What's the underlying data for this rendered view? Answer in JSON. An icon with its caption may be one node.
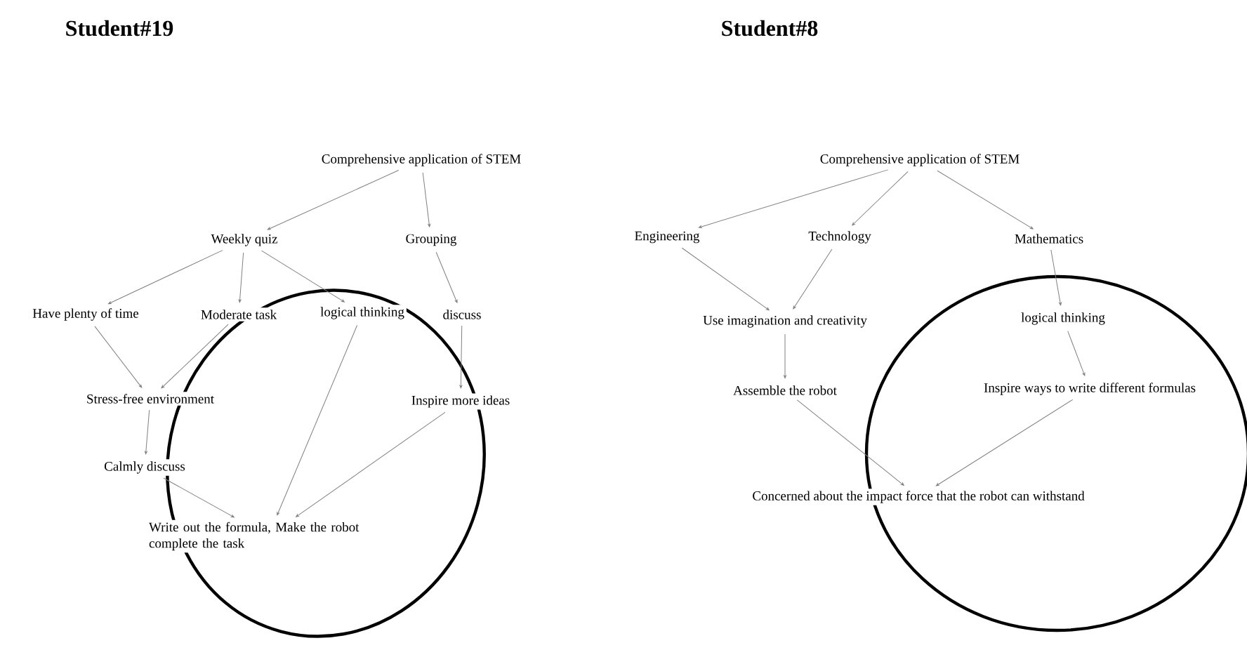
{
  "diagram": {
    "nodes": [
      {
        "text": [
          "Comprehensive application of STEM"
        ]
      },
      {
        "text": [
          "Weekly quiz"
        ]
      },
      {
        "text": [
          "Grouping"
        ]
      },
      {
        "text": [
          "Have plenty of time"
        ]
      },
      {
        "text": [
          "Moderate task"
        ]
      },
      {
        "text": [
          "logical thinking"
        ]
      },
      {
        "text": [
          "discuss"
        ]
      },
      {
        "text": [
          "Stress-free environment"
        ]
      },
      {
        "text": [
          "Inspire more ideas"
        ]
      },
      {
        "text": [
          "Calmly discuss"
        ]
      },
      {
        "text": [
          "Write out the formula, Make the robot complete the task"
        ]
      },
      {
        "text": [
          "Comprehensive application of STEM"
        ]
      },
      {
        "text": [
          "Engineering"
        ]
      },
      {
        "text": [
          "Technology"
        ]
      },
      {
        "text": [
          "Mathematics"
        ]
      },
      {
        "text": [
          "Use imagination and creativity"
        ]
      },
      {
        "text": [
          "logical thinking"
        ]
      },
      {
        "text": [
          "Assemble the robot"
        ]
      },
      {
        "text": [
          "Inspire ways to write different formulas"
        ]
      },
      {
        "text": [
          "Concerned about the impact force that the robot can withstand"
        ]
      }
    ],
    "edges": [
      {
        "from": 0,
        "to": 1,
        "arrow": "to"
      },
      {
        "from": 0,
        "to": 2,
        "arrow": "to"
      },
      {
        "from": 1,
        "to": 3,
        "arrow": "to"
      },
      {
        "from": 1,
        "to": 4,
        "arrow": "to"
      },
      {
        "from": 1,
        "to": 5,
        "arrow": "to"
      },
      {
        "from": 2,
        "to": 6,
        "arrow": "to"
      },
      {
        "from": 3,
        "to": 7,
        "arrow": "to"
      },
      {
        "from": 4,
        "to": 7,
        "arrow": "to"
      },
      {
        "from": 7,
        "to": 9,
        "arrow": "to"
      },
      {
        "from": 6,
        "to": 8,
        "arrow": "to"
      },
      {
        "from": 9,
        "to": 10,
        "arrow": "to"
      },
      {
        "from": 5,
        "to": 10,
        "arrow": "to"
      },
      {
        "from": 8,
        "to": 10,
        "arrow": "to"
      },
      {
        "from": 11,
        "to": 12,
        "arrow": "to"
      },
      {
        "from": 11,
        "to": 13,
        "arrow": "to"
      },
      {
        "from": 11,
        "to": 14,
        "arrow": "to"
      },
      {
        "from": 12,
        "to": 15,
        "arrow": "to"
      },
      {
        "from": 13,
        "to": 15,
        "arrow": "to"
      },
      {
        "from": 14,
        "to": 16,
        "arrow": "to"
      },
      {
        "from": 15,
        "to": 17,
        "arrow": "to"
      },
      {
        "from": 16,
        "to": 18,
        "arrow": "to"
      },
      {
        "from": 17,
        "to": 19,
        "arrow": "to"
      },
      {
        "from": 18,
        "to": 19,
        "arrow": "to"
      }
    ],
    "labels": [
      "Student#19",
      "Student#8"
    ]
  }
}
